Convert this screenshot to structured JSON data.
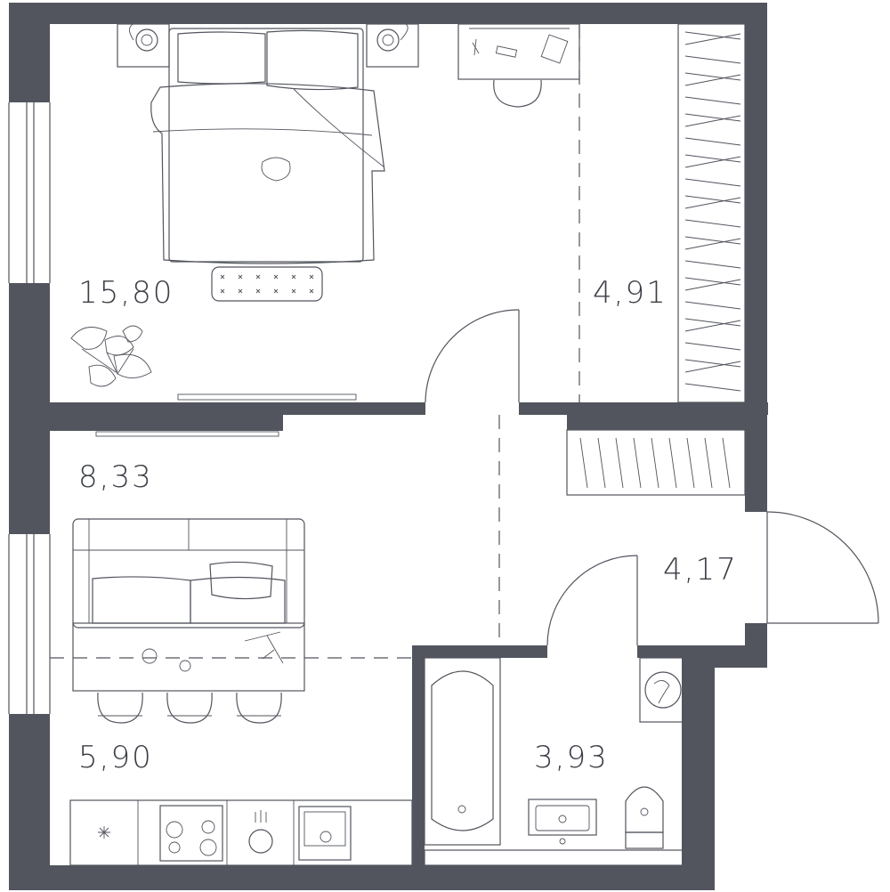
{
  "colors": {
    "wall": "#52555e",
    "line": "#52555e",
    "text": "#3b3e46",
    "background": "#ffffff"
  },
  "rooms": [
    {
      "id": "bedroom",
      "area": "15,80"
    },
    {
      "id": "wardrobe",
      "area": "4,91"
    },
    {
      "id": "living",
      "area": "8,33"
    },
    {
      "id": "hall",
      "area": "4,17"
    },
    {
      "id": "kitchen",
      "area": "5,90"
    },
    {
      "id": "bathroom",
      "area": "3,93"
    }
  ],
  "icons": [
    "bed-icon",
    "nightstand-lamp-icon",
    "desk-icon",
    "chair-icon",
    "rug-icon",
    "plant-icon",
    "wardrobe-icon",
    "door-swing-icon",
    "sofa-icon",
    "dining-table-icon",
    "stool-icon",
    "kitchen-counter-icon",
    "cooktop-icon",
    "sink-icon",
    "oven-icon",
    "bathtub-icon",
    "washing-machine-icon",
    "toilet-icon",
    "washbasin-icon"
  ]
}
